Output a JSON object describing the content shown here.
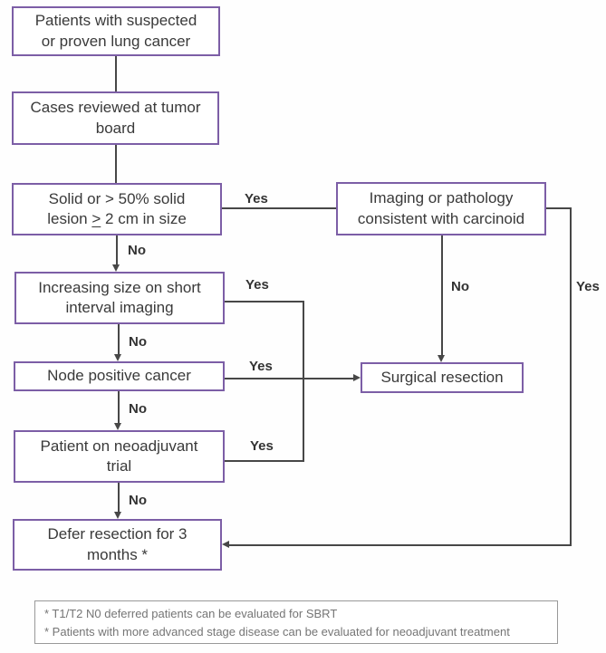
{
  "colors": {
    "box_border": "#7C5EA6",
    "connector": "#474747",
    "text": "#3A3A3A",
    "footnote_border": "#999999",
    "footnote_text": "#757575",
    "bg": "#FEFEFE"
  },
  "labels": {
    "yes": "Yes",
    "no": "No"
  },
  "nodes": {
    "suspected": {
      "lines": [
        "Patients with suspected",
        "or proven lung cancer"
      ]
    },
    "tumor_board": {
      "lines": [
        "Cases reviewed at tumor",
        "board"
      ]
    },
    "solid": {
      "lines": [
        "Solid or > 50% solid"
      ],
      "l2a": "lesion ",
      "l2b": ">",
      "l2c": " 2 cm in size"
    },
    "increasing": {
      "lines": [
        "Increasing size on short",
        "interval imaging"
      ]
    },
    "node_positive": {
      "lines": [
        "Node positive cancer"
      ]
    },
    "neoadjuvant": {
      "lines": [
        "Patient on neoadjuvant",
        "trial"
      ]
    },
    "defer": {
      "lines": [
        "Defer resection for 3",
        "months *"
      ]
    },
    "carcinoid": {
      "lines": [
        "Imaging or pathology",
        "consistent with carcinoid"
      ]
    },
    "surgical": {
      "lines": [
        "Surgical resection"
      ]
    }
  },
  "footnote": {
    "lines": [
      "* T1/T2 N0 deferred patients can be evaluated for SBRT",
      "* Patients with more advanced stage disease can be evaluated for neoadjuvant treatment"
    ]
  }
}
